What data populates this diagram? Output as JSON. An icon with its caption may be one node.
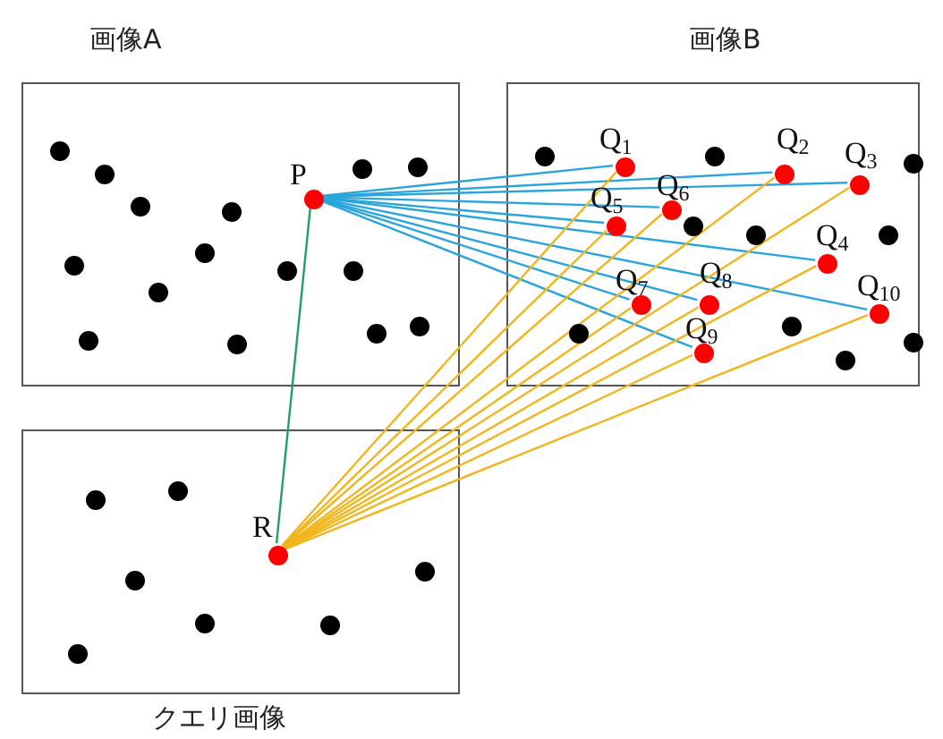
{
  "diagram": {
    "nodes": [
      {
        "text": [
          "画像A"
        ]
      },
      {
        "text": [],
        "shape": "circle",
        "beside": [
          "P"
        ],
        "in": 0
      },
      {
        "text": [
          "画像B"
        ]
      },
      {
        "text": [],
        "shape": "circle",
        "beside": [
          "Q$_{1}$"
        ],
        "in": 2
      },
      {
        "text": [],
        "shape": "circle",
        "beside": [
          "Q$_{2}$"
        ],
        "in": 2
      },
      {
        "text": [],
        "shape": "circle",
        "beside": [
          "Q$_{3}$"
        ],
        "in": 2
      },
      {
        "text": [],
        "shape": "circle",
        "beside": [
          "Q$_{4}$"
        ],
        "in": 2
      },
      {
        "text": [],
        "shape": "circle",
        "beside": [
          "Q$_{5}$"
        ],
        "in": 2
      },
      {
        "text": [],
        "shape": "circle",
        "beside": [
          "Q$_{6}$"
        ],
        "in": 2
      },
      {
        "text": [],
        "shape": "circle",
        "beside": [
          "Q$_{7}$"
        ],
        "in": 2
      },
      {
        "text": [],
        "shape": "circle",
        "beside": [
          "Q$_{8}$"
        ],
        "in": 2
      },
      {
        "text": [],
        "shape": "circle",
        "beside": [
          "Q$_{9}$"
        ],
        "in": 2
      },
      {
        "text": [],
        "shape": "circle",
        "beside": [
          "Q$_{10}$"
        ],
        "in": 2
      },
      {
        "text": [
          "クエリ画像"
        ]
      },
      {
        "text": [],
        "shape": "circle",
        "beside": [
          "R"
        ],
        "in": 13
      }
    ],
    "edges": [
      {
        "from": 1,
        "to": 3,
        "arrow": "none",
        "color": "#2aa5dc"
      },
      {
        "from": 1,
        "to": 4,
        "arrow": "none",
        "color": "#2aa5dc"
      },
      {
        "from": 1,
        "to": 5,
        "arrow": "none",
        "color": "#2aa5dc"
      },
      {
        "from": 1,
        "to": 6,
        "arrow": "none",
        "color": "#2aa5dc"
      },
      {
        "from": 1,
        "to": 7,
        "arrow": "none",
        "color": "#2aa5dc"
      },
      {
        "from": 1,
        "to": 8,
        "arrow": "none",
        "color": "#2aa5dc"
      },
      {
        "from": 1,
        "to": 9,
        "arrow": "none",
        "color": "#2aa5dc"
      },
      {
        "from": 1,
        "to": 10,
        "arrow": "none",
        "color": "#2aa5dc"
      },
      {
        "from": 1,
        "to": 11,
        "arrow": "none",
        "color": "#2aa5dc"
      },
      {
        "from": 1,
        "to": 12,
        "arrow": "none",
        "color": "#2aa5dc"
      },
      {
        "from": 14,
        "to": 3,
        "arrow": "none",
        "color": "#f2b51c"
      },
      {
        "from": 14,
        "to": 4,
        "arrow": "none",
        "color": "#f2b51c"
      },
      {
        "from": 14,
        "to": 5,
        "arrow": "none",
        "color": "#f2b51c"
      },
      {
        "from": 14,
        "to": 6,
        "arrow": "none",
        "color": "#f2b51c"
      },
      {
        "from": 14,
        "to": 7,
        "arrow": "none",
        "color": "#f2b51c"
      },
      {
        "from": 14,
        "to": 8,
        "arrow": "none",
        "color": "#f2b51c"
      },
      {
        "from": 14,
        "to": 9,
        "arrow": "none",
        "color": "#f2b51c"
      },
      {
        "from": 14,
        "to": 10,
        "arrow": "none",
        "color": "#f2b51c"
      },
      {
        "from": 14,
        "to": 11,
        "arrow": "none",
        "color": "#f2b51c"
      },
      {
        "from": 14,
        "to": 12,
        "arrow": "none",
        "color": "#f2b51c"
      },
      {
        "from": 1,
        "to": 14,
        "arrow": "none",
        "color": "#22a060"
      }
    ]
  }
}
